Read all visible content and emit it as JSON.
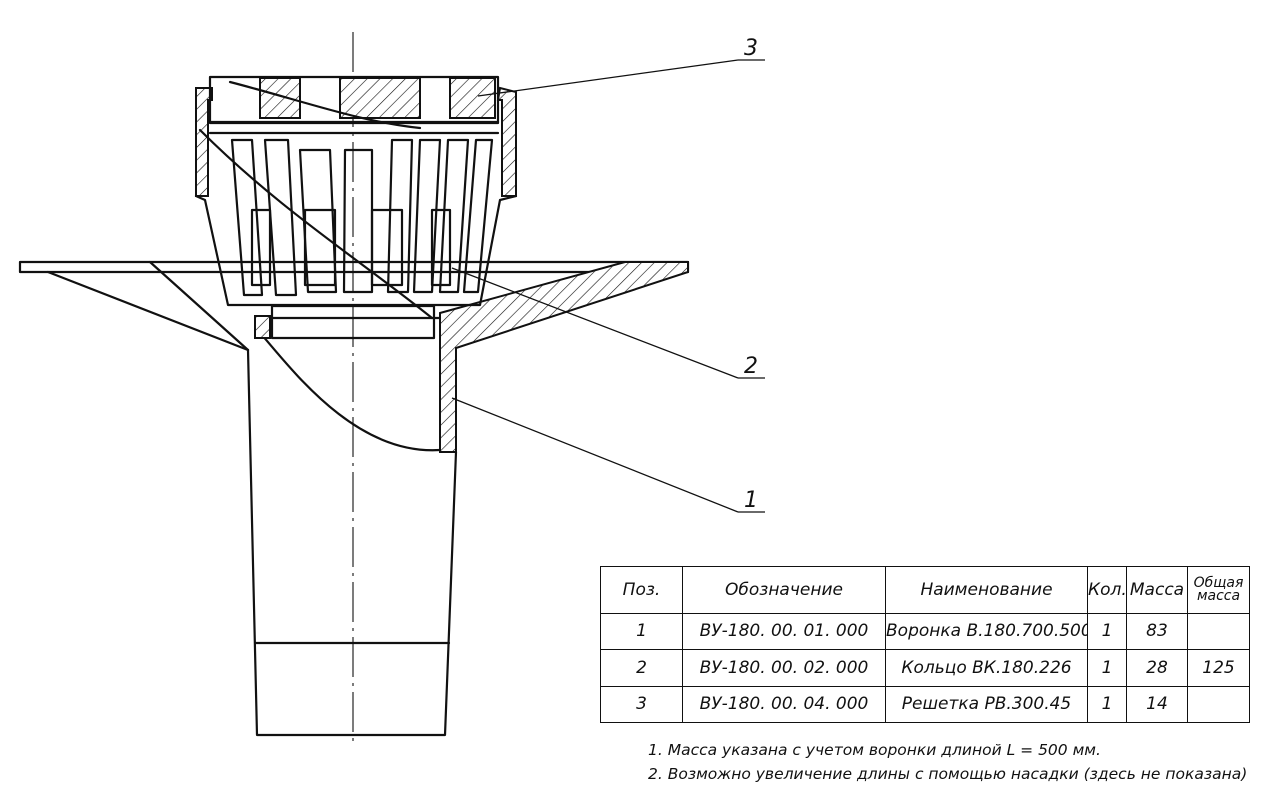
{
  "leaders": [
    "3",
    "2",
    "1"
  ],
  "spec_table": {
    "headers": [
      "Поз.",
      "Обозначение",
      "Наименование",
      "Кол.",
      "Масса",
      "Общая масса"
    ],
    "rows": [
      [
        "1",
        "ВУ-180. 00. 01. 000",
        "Воронка В.180.700.500",
        "1",
        "83",
        ""
      ],
      [
        "2",
        "ВУ-180. 00. 02. 000",
        "Кольцо ВК.180.226",
        "1",
        "28",
        "125"
      ],
      [
        "3",
        "ВУ-180. 00. 04. 000",
        "Решетка РВ.300.45",
        "1",
        "14",
        ""
      ]
    ]
  },
  "notes": [
    "1. Масса указана с учетом воронки длиной L = 500 мм.",
    "2. Возможно увеличение длины с помощью насадки (здесь не показана)"
  ]
}
